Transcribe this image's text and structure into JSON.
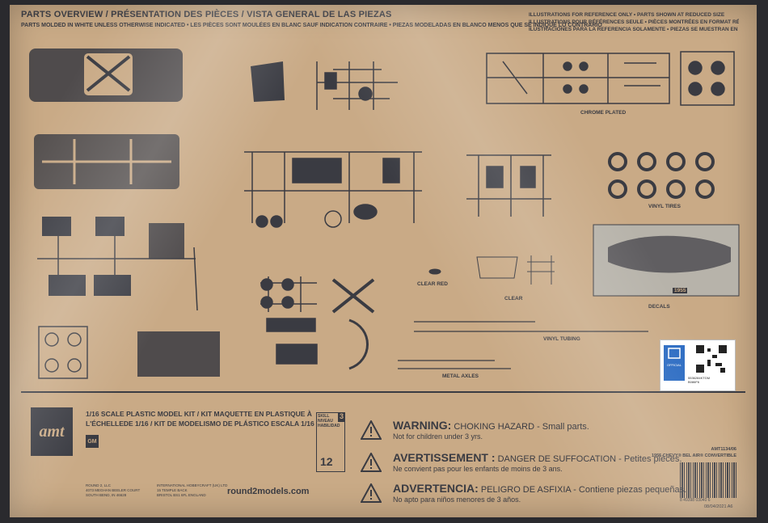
{
  "header": {
    "title": "PARTS OVERVIEW / PRÉSENTATION DES PIÈCES / VISTA GENERAL DE LAS PIEZAS",
    "subtitle": "PARTS MOLDED IN WHITE UNLESS OTHERWISE INDICATED • LES PIÈCES SONT MOULÉES EN BLANC SAUF INDICATION CONTRAIRE • PIEZAS MODELADAS EN BLANCO MENOS QUE SE INDIQUE LO CONTRARIO",
    "reference_lines": [
      "ILLUSTRATIONS FOR REFERENCE ONLY • PARTS SHOWN AT REDUCED SIZE",
      "ILLUSTRATIONS POUR RÉFÉRENCES SEULE • PIÈCES MONTRÉES EN FORMAT RÉDUIT",
      "ILUSTRACIONES PARA LA REFERENCIA SOLAMENTE • PIEZAS SE MUESTRAN EN TAMAÑO REDUCIDO"
    ]
  },
  "part_labels": {
    "chrome": "CHROME PLATED",
    "tires": "VINYL TIRES",
    "clear_red": "CLEAR RED",
    "clear": "CLEAR",
    "decals": "DECALS",
    "tubing": "VINYL TUBING",
    "axles": "METAL AXLES"
  },
  "decal_year": "1955",
  "kit": {
    "title_lines": [
      "1/16 SCALE PLASTIC MODEL KIT / KIT MAQUETTE EN PLASTIQUE À",
      "L'ÉCHELLEDE 1/16 / KIT DE MODELISMO DE PLÁSTICO ESCALA 1/16"
    ],
    "brand_logo": "amt",
    "gm_badge": "GM",
    "website": "round2models.com",
    "address_us": "ROUND 2, LLC\n4073 MEGHAN BEELER COURT\nSOUTH BEND, IN 46628",
    "address_uk": "INTERNATIONAL HOBBYCRAFT (UK) LTD\n15 TEMPLE BACK\nBRISTOL BS1 6FL ENGLAND"
  },
  "skill": {
    "label": "SKILL NIVEAU HABILIDAD",
    "level": "3",
    "age": "12"
  },
  "warnings": [
    {
      "head": "WARNING:",
      "title": "CHOKING HAZARD",
      "detail": " - Small parts.",
      "sub": "Not for children under 3 yrs."
    },
    {
      "head": "AVERTISSEMENT :",
      "title": "DANGER DE SUFFOCATION",
      "detail": " - Petites pièces.",
      "sub": "Ne convient pas pour les enfants de moins de 3 ans."
    },
    {
      "head": "ADVERTENCIA:",
      "title": "PELIGRO DE ASFIXIA",
      "detail": " - Contiene piezas pequeñas.",
      "sub": "No apto para niños menores de 3 años."
    }
  ],
  "product": {
    "sku": "AMT1134/06",
    "name": "1955 CHEVY® BEL AIR® CONVERTIBLE",
    "barcode_number": "8 49398 03040 6",
    "date": "08/04/2021 A6"
  },
  "sticker": {
    "badge": "OFFICIAL",
    "code_lines": [
      "5536284KTGM",
      "B086F6"
    ]
  },
  "colors": {
    "cardboard": "#c9aa86",
    "ink": "#3a3b42",
    "sticker_blue": "#2b6bc2"
  }
}
